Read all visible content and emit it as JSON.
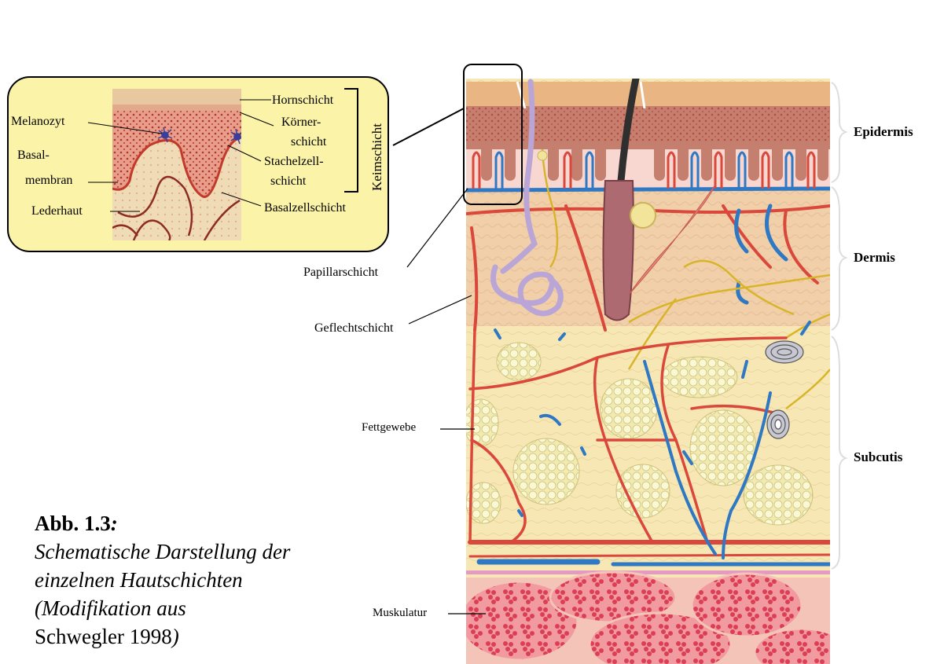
{
  "inset": {
    "labels": {
      "hornschicht": "Hornschicht",
      "koerner_1": "Körner-",
      "koerner_2": "schicht",
      "stachel_1": "Stachelzell-",
      "stachel_2": "schicht",
      "melanozyt": "Melanozyt",
      "basal_1": "Basal-",
      "basal_2": "membran",
      "lederhaut": "Lederhaut",
      "basalzellschicht": "Basalzellschicht",
      "keimschicht": "Keimschicht"
    },
    "background_color": "#fbf3a8"
  },
  "main": {
    "labels": {
      "papillarschicht": "Papillarschicht",
      "geflechtschicht": "Geflechtschicht",
      "fettgewebe": "Fettgewebe",
      "muskulatur": "Muskulatur"
    },
    "layers": {
      "epidermis": "Epidermis",
      "dermis": "Dermis",
      "subcutis": "Subcutis"
    },
    "colors": {
      "artery": "#d9483b",
      "vein": "#2f78c4",
      "nerve": "#d8b528",
      "fat": "#f4f0c0",
      "muscle": "#e35a68"
    }
  },
  "caption": {
    "title": "Abb. 1.3",
    "colon": ":",
    "line1": "Schematische Darstellung der",
    "line2": "einzelnen Hautschichten",
    "line3": "(Modifikation aus",
    "source": "Schwegler 1998",
    "close": ")"
  }
}
